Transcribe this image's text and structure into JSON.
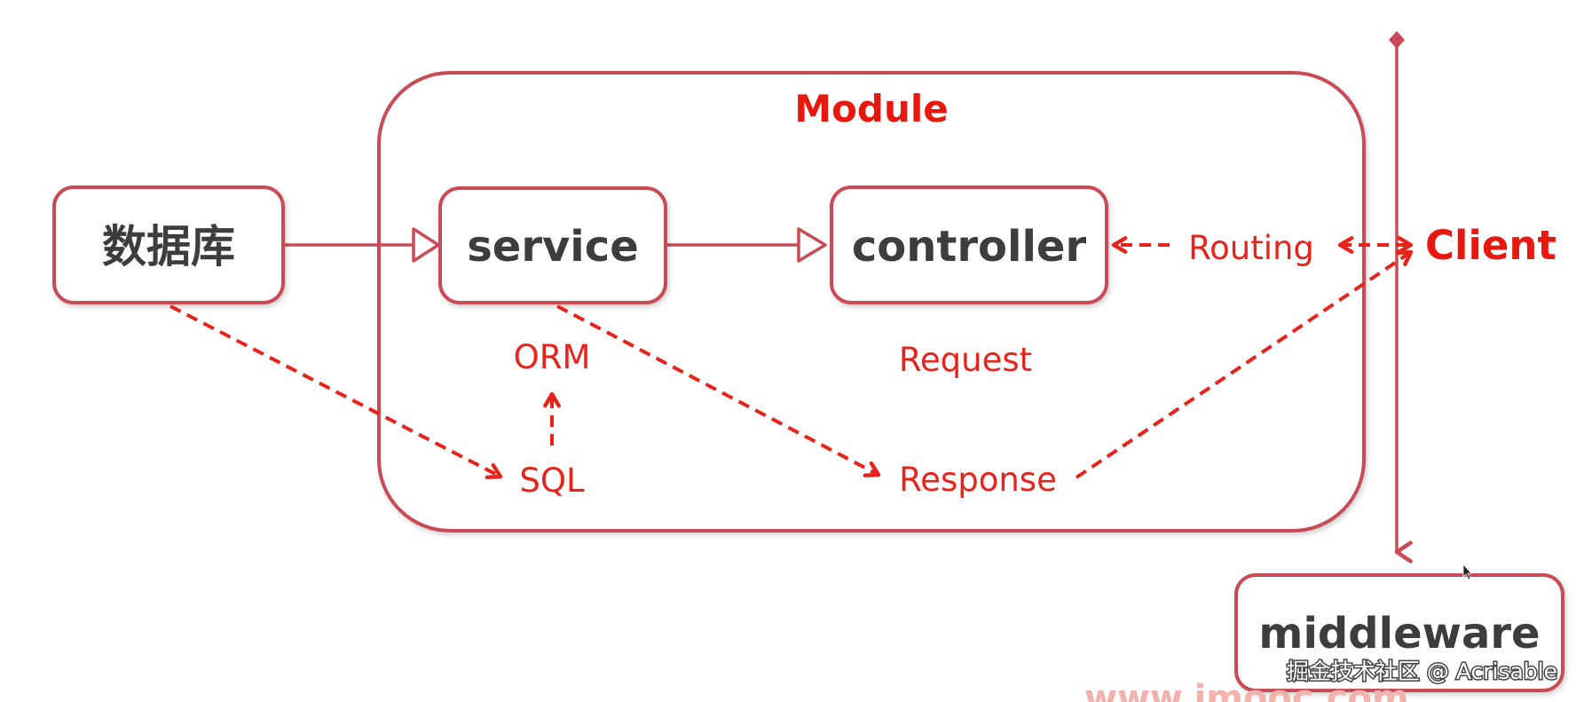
{
  "module": {
    "title": "Module"
  },
  "nodes": {
    "database": "数据库",
    "service": "service",
    "controller": "controller",
    "middleware": "middleware"
  },
  "labels": {
    "orm": "ORM",
    "sql": "SQL",
    "request": "Request",
    "response": "Response",
    "routing": "Routing",
    "client": "Client"
  },
  "watermark": {
    "text": "掘金技术社区 @ Acrisable",
    "site": "www.imooc.com"
  },
  "colors": {
    "box_stroke": "#c94b55",
    "arrow_red": "#e8231b",
    "node_text": "#3d3d3d",
    "client_red": "#e8180f"
  }
}
